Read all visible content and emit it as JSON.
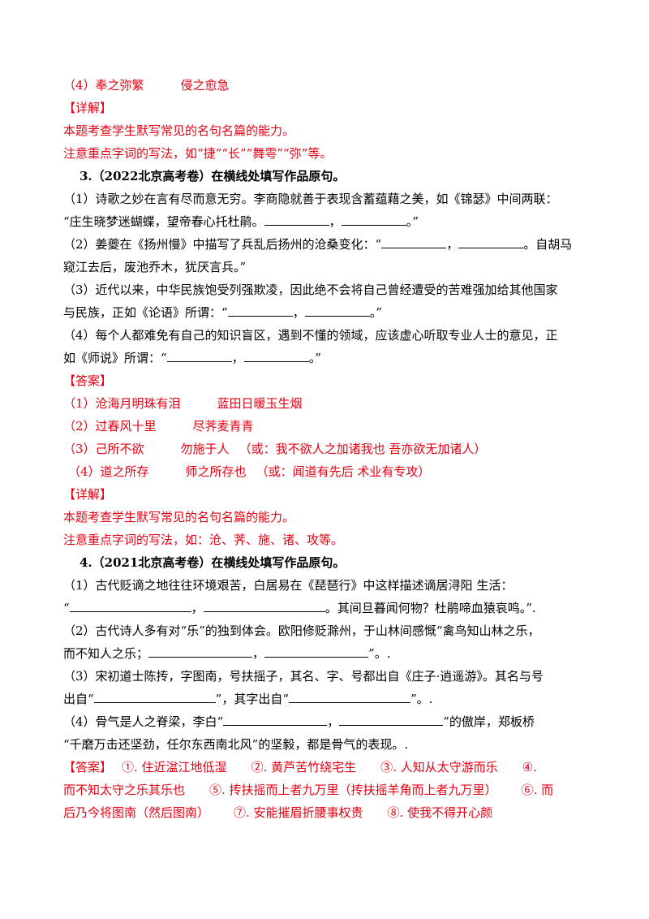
{
  "prev": {
    "ans4": [
      "（4）奉之弥繁",
      "侵之愈急"
    ],
    "detail_label": "【详解】",
    "detail_1": "本题考查学生默写常见的名句名篇的能力。",
    "detail_2": "注意重点字词的写法，如“捷”“长”“舞雩”“弥”等。"
  },
  "q3": {
    "title": "3.（2022北京高考卷）在横线处填写作品原句。",
    "p1_a": "（1）诗歌之妙在言有尽而意无穷。李商隐就善于表现含蓄蕴藉之美，如《锦瑟》中间两联：",
    "p1_b_pre": "“庄生晓梦迷蝴蝶，望帝春心托杜鹃。",
    "p1_b_sep": "，",
    "p1_b_end": "。”",
    "p2_a_pre": "（2）姜夔在《扬州慢》中描写了兵乱后扬州的沧桑变化：“",
    "p2_a_sep": "，",
    "p2_a_end": "。自胡马",
    "p2_b": "窥江去后，废池乔木，犹厌言兵。”",
    "p3_a": "（3）近代以来，中华民族饱受列强欺凌，因此绝不会将自己曾经遭受的苦难强加给其他国家",
    "p3_b_pre": "与民族，正如《论语》所谓：“",
    "p3_b_sep": "，",
    "p3_b_end": "。”",
    "p4_a": "（4）每个人都难免有自己的知识盲区，遇到不懂的领域，应该虚心听取专业人士的意见，正",
    "p4_b_pre": "如《师说》所谓：“",
    "p4_b_sep": "，",
    "p4_b_end": "。”",
    "answer_label": "【答案】",
    "a1": [
      "（1）沧海月明珠有泪",
      "蓝田日暖玉生烟"
    ],
    "a2": [
      "（2）过春风十里",
      "尽荠麦青青"
    ],
    "a3": [
      "（3）己所不欲",
      "勿施于人",
      "（或：我不欲人之加诸我也  吾亦欲无加诸人）"
    ],
    "a4": [
      "（4）道之所存",
      "师之所存也",
      "（或：闻道有先后  术业有专攻）"
    ],
    "detail_label": "【详解】",
    "detail_1": "本题考查学生默写常见的名句名篇的能力。",
    "detail_2": "注意重点字词的写法，如：沧、荠、施、诸、攻等。"
  },
  "q4": {
    "title": "4.（2021北京高考卷）在横线处填写作品原句。",
    "p1_a": "（1）古代贬谪之地往往环境艰苦，白居易在《琵琶行》中这样描述谪居浔阳  生活：",
    "p1_b_pre": "“",
    "p1_b_sep": "，",
    "p1_b_end": "。其间旦暮闻何物？杜鹃啼血猿哀鸣。”.",
    "p2_a": "（2）古代诗人多有对“乐”的独到体会。欧阳修贬滁州，于山林间感慨“禽鸟知山林之乐，",
    "p2_b_pre": "而不知人之乐；",
    "p2_b_sep": "，",
    "p2_b_end": "”。.",
    "p3_a": "（3）宋初道士陈抟，字图南，号扶摇子，其名、字、号都出自《庄子·逍遥游》。其名与号",
    "p3_b_pre": "出自“",
    "p3_b_mid": "”，其字出自“",
    "p3_b_end": "”。.",
    "p4_a_pre": "（4）骨气是人之脊梁，李白“",
    "p4_a_sep": "，",
    "p4_a_end": "”的傲岸，郑板桥",
    "p4_b": "“千磨万击还坚劲，任尔东西南北风”的坚毅，都是骨气的表现。.",
    "answer_label": "【答案】",
    "ans_line1": [
      "①. 住近湓江地低湿",
      "②. 黄芦苦竹绕宅生",
      "③. 人知从太守游而乐",
      "④."
    ],
    "ans_line2": [
      "而不知太守之乐其乐也",
      "⑤. 抟扶摇而上者九万里（抟扶摇羊角而上者九万里）",
      "⑥. 而"
    ],
    "ans_line3": [
      "后乃今将图南（然后图南）",
      "⑦. 安能摧眉折腰事权贵",
      "⑧. 使我不得开心颜"
    ]
  }
}
